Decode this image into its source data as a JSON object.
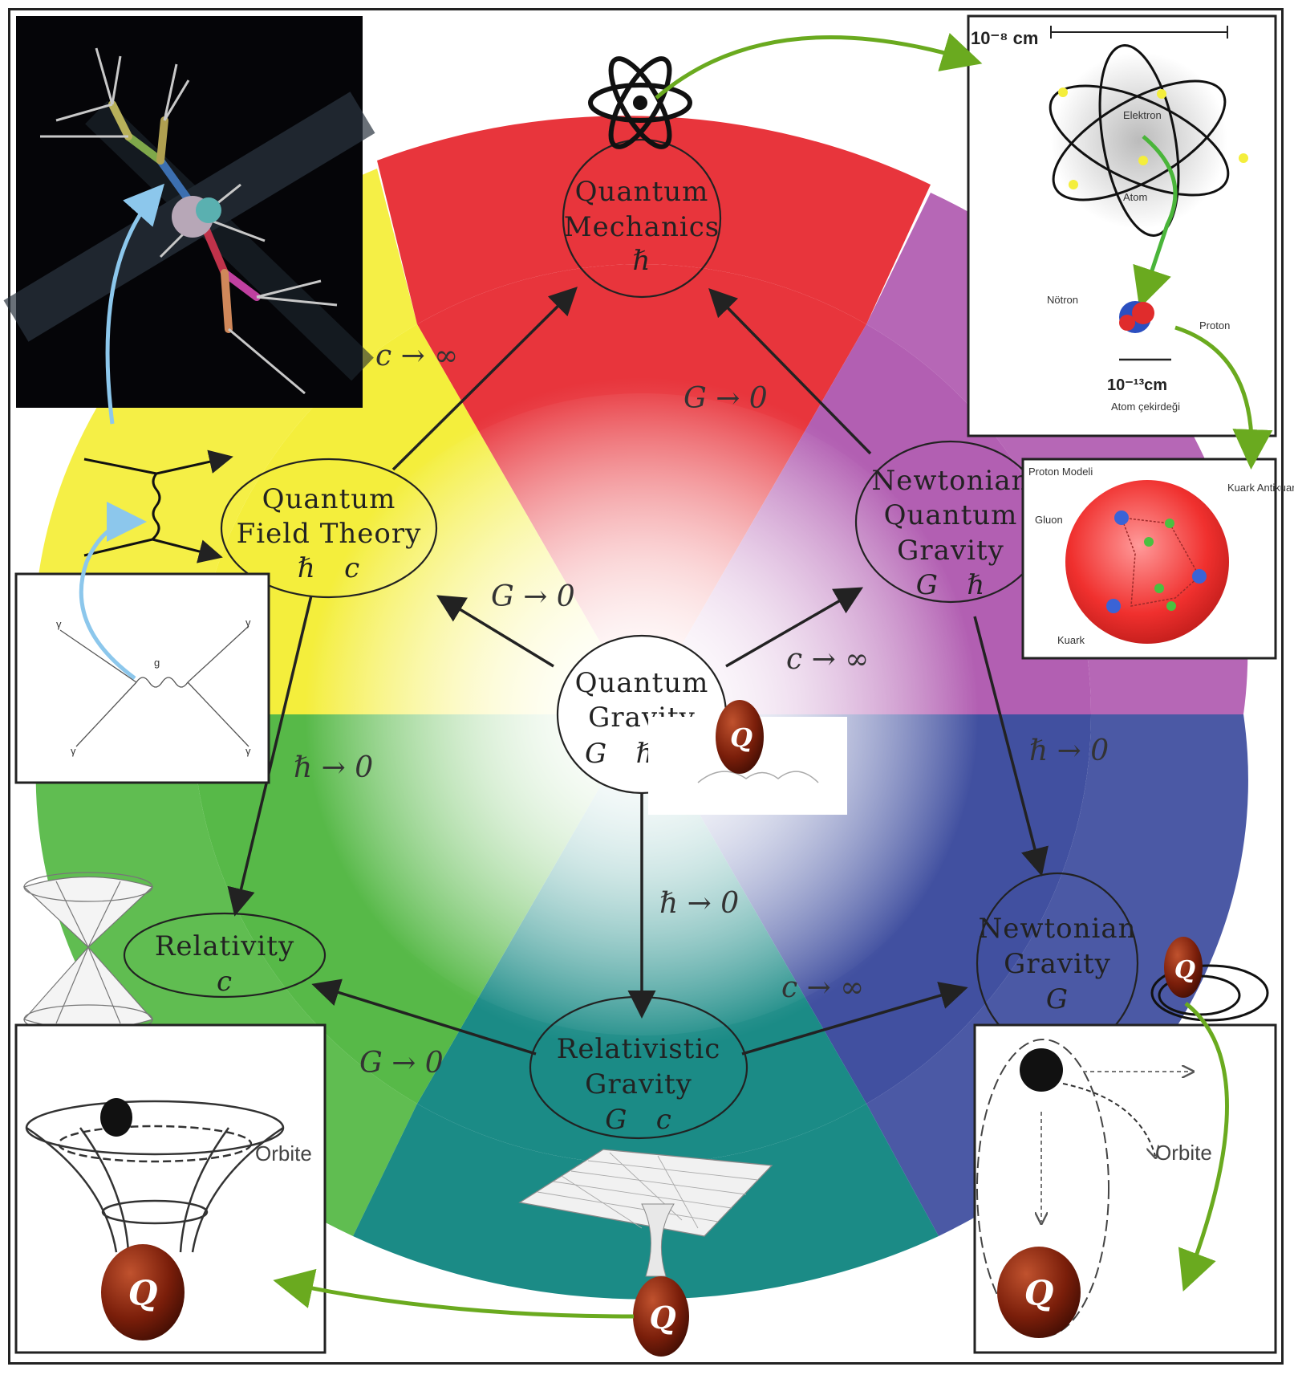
{
  "nodes": {
    "quantum_mechanics": {
      "line1": "Quantum",
      "line2": "Mechanics",
      "const": "ℏ"
    },
    "qft": {
      "line1": "Quantum",
      "line2": "Field Theory",
      "const": "ℏ   c"
    },
    "nqg": {
      "line1": "Newtonian",
      "line2": "Quantum",
      "line3": "Gravity",
      "const": "G   ℏ"
    },
    "quantum_gravity": {
      "line1": "Quantum",
      "line2": "Gravity",
      "const": "G   ℏ   c"
    },
    "relativity": {
      "line1": "Relativity",
      "const": "c"
    },
    "newtonian_gravity": {
      "line1": "Newtonian",
      "line2": "Gravity",
      "const": "G"
    },
    "relativistic_gravity": {
      "line1": "Relativistic",
      "line2": "Gravity",
      "const": "G   c"
    }
  },
  "limits": {
    "c_inf_top_left": "c → ∞",
    "g0_top_right": "G → 0",
    "g0_center_left": "G → 0",
    "c_inf_center_right": "c → ∞",
    "h0_left": "ℏ → 0",
    "h0_right": "ℏ → 0",
    "h0_center": "ℏ → 0",
    "c_inf_bottom_right": "c → ∞",
    "g0_bottom_left": "G → 0"
  },
  "insets": {
    "atom": {
      "scale_top": "10⁻⁸ cm",
      "scale_bottom": "10⁻¹³cm",
      "electron": "Elektron",
      "atom": "Atom",
      "neutron": "Nötron",
      "proton": "Proton",
      "nucleus": "Atom çekirdeği"
    },
    "proton_model": {
      "title": "Proton Modeli",
      "gluon": "Gluon",
      "quark": "Kuark",
      "quark_antiquark": "Kuark Antikuark çifti"
    },
    "feynman": {
      "gamma": "γ",
      "g": "g"
    },
    "orbit_left": {
      "label": "Orbite"
    },
    "orbit_right": {
      "label": "Orbite"
    }
  },
  "mass_symbol": "Q",
  "colors": {
    "red": "#e8353c",
    "magenta": "#b25fb2",
    "blue": "#4150a0",
    "teal": "#1b8b86",
    "green": "#57b948",
    "yellow": "#f4ee3c",
    "green_arrow": "#6aaa1f",
    "blue_arrow": "#8cc7ec",
    "mass_ball": "#7a1e0a"
  }
}
